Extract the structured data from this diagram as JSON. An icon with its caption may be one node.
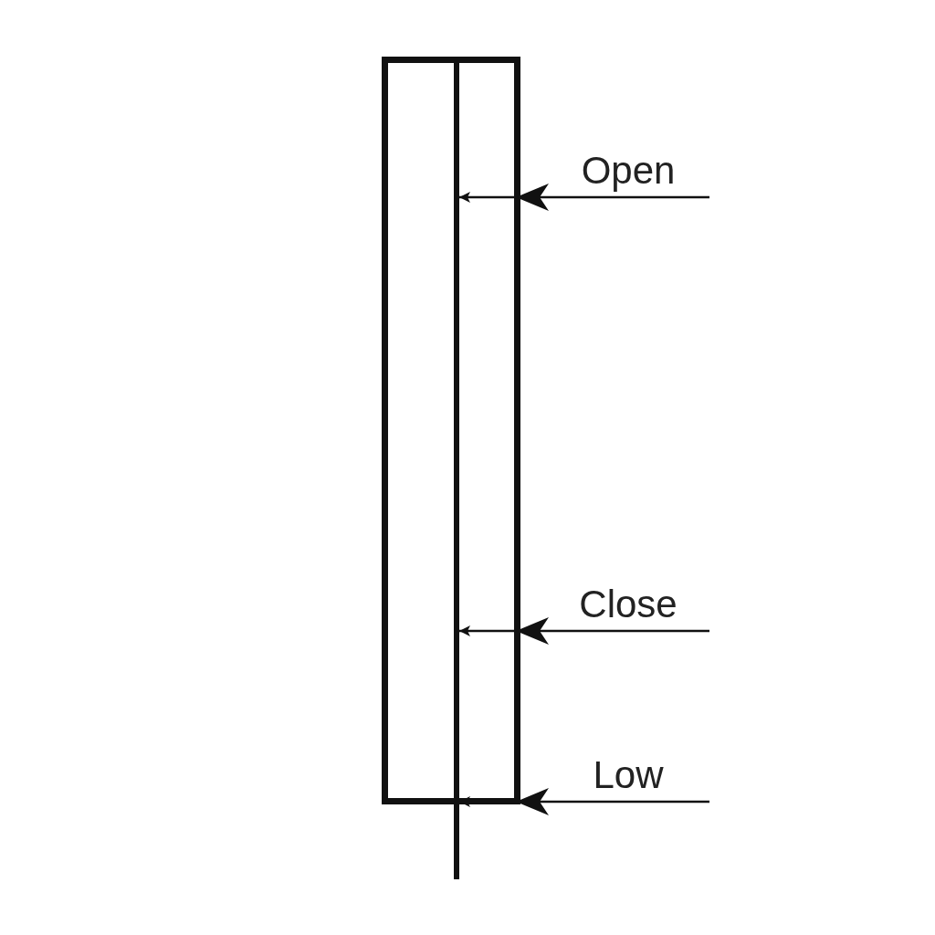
{
  "diagram": {
    "nodes": [
      {
        "text": [],
        "shape": "box"
      },
      {
        "text": [],
        "shape": "bar"
      }
    ],
    "edges": [
      {
        "from": null,
        "to": 1,
        "arrow": "to",
        "label": "Open"
      },
      {
        "from": null,
        "to": 1,
        "arrow": "to",
        "label": "Close"
      },
      {
        "from": null,
        "to": 1,
        "arrow": "to",
        "label": "Low"
      }
    ]
  }
}
